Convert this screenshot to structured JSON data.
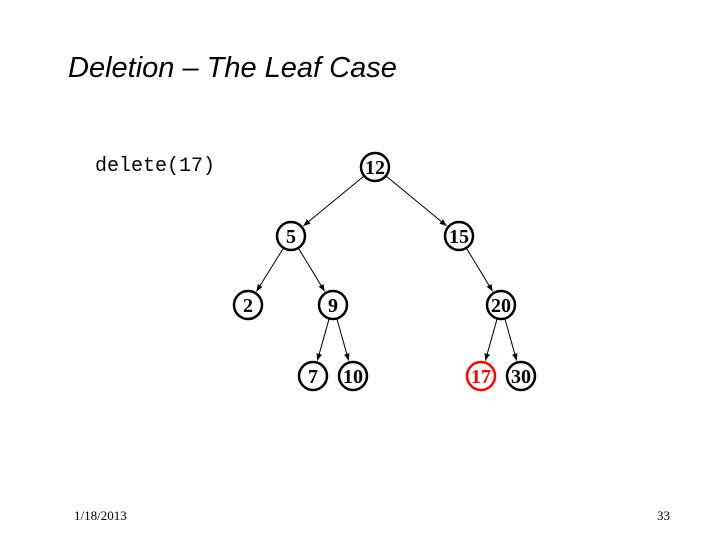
{
  "slide": {
    "title": "Deletion – The Leaf Case",
    "code": "delete(17)",
    "date": "1/18/2013",
    "page_number": "33"
  },
  "colors": {
    "normal": "#000000",
    "highlight": "#ff0000"
  },
  "tree": {
    "nodes": [
      {
        "id": "n12",
        "label": "12"
      },
      {
        "id": "n5",
        "label": "5"
      },
      {
        "id": "n15",
        "label": "15"
      },
      {
        "id": "n2",
        "label": "2"
      },
      {
        "id": "n9",
        "label": "9"
      },
      {
        "id": "n20",
        "label": "20"
      },
      {
        "id": "n7",
        "label": "7"
      },
      {
        "id": "n10",
        "label": "10"
      },
      {
        "id": "n17",
        "label": "17",
        "highlighted": true
      },
      {
        "id": "n30",
        "label": "30"
      }
    ],
    "edges": [
      {
        "from": "n12",
        "to": "n5"
      },
      {
        "from": "n12",
        "to": "n15"
      },
      {
        "from": "n5",
        "to": "n2"
      },
      {
        "from": "n5",
        "to": "n9"
      },
      {
        "from": "n15",
        "to": "n20"
      },
      {
        "from": "n9",
        "to": "n7"
      },
      {
        "from": "n9",
        "to": "n10"
      },
      {
        "from": "n20",
        "to": "n17"
      },
      {
        "from": "n20",
        "to": "n30"
      }
    ]
  }
}
